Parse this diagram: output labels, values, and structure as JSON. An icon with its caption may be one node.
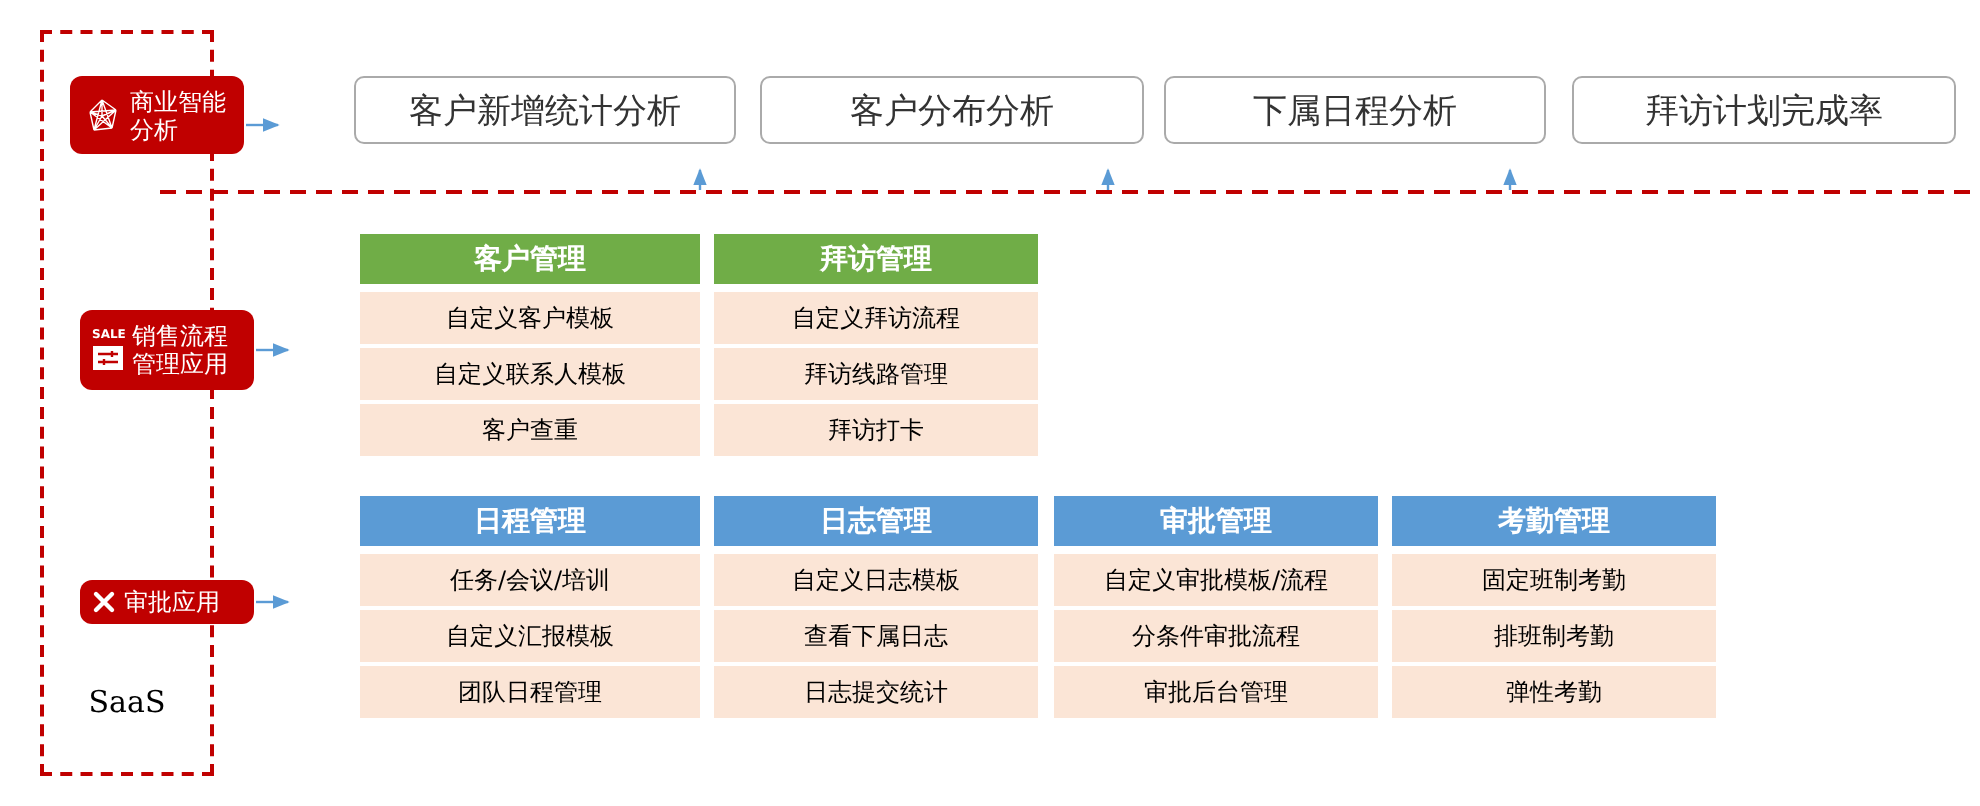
{
  "diagram": {
    "nodes": [
      {
        "text": [
          "SaaS"
        ]
      },
      {
        "text": [
          "商业智能分析"
        ]
      },
      {
        "text": [
          "客户新增统计分析"
        ]
      },
      {
        "text": [
          "客户分布分析"
        ]
      },
      {
        "text": [
          "下属日程分析"
        ]
      },
      {
        "text": [
          "拜访计划完成率"
        ]
      },
      {
        "text": [
          "销售流程管理应用"
        ]
      },
      {
        "text": [
          "客户管理"
        ]
      },
      {
        "text": [
          "自定义客户模板"
        ]
      },
      {
        "text": [
          "自定义联系人模板"
        ]
      },
      {
        "text": [
          "客户查重"
        ]
      },
      {
        "text": [
          "拜访管理"
        ]
      },
      {
        "text": [
          "自定义拜访流程"
        ]
      },
      {
        "text": [
          "拜访线路管理"
        ]
      },
      {
        "text": [
          "拜访打卡"
        ]
      },
      {
        "text": [
          "审批应用"
        ]
      },
      {
        "text": [
          "日程管理"
        ]
      },
      {
        "text": [
          "任务/会议/培训"
        ]
      },
      {
        "text": [
          "自定义汇报模板"
        ]
      },
      {
        "text": [
          "团队日程管理"
        ]
      },
      {
        "text": [
          "日志管理"
        ]
      },
      {
        "text": [
          "自定义日志模板"
        ]
      },
      {
        "text": [
          "查看下属日志"
        ]
      },
      {
        "text": [
          "日志提交统计"
        ]
      },
      {
        "text": [
          "审批管理"
        ]
      },
      {
        "text": [
          "自定义审批模板/流程"
        ]
      },
      {
        "text": [
          "分条件审批流程"
        ]
      },
      {
        "text": [
          "审批后台管理"
        ]
      },
      {
        "text": [
          "考勤管理"
        ]
      },
      {
        "text": [
          "固定班制考勤"
        ]
      },
      {
        "text": [
          "排班制考勤"
        ]
      },
      {
        "text": [
          "弹性考勤"
        ]
      }
    ],
    "edges": [
      {
        "from": 1,
        "to": null,
        "arrow": "to"
      },
      {
        "from": null,
        "to": 2,
        "arrow": "to"
      },
      {
        "from": null,
        "to": 3,
        "arrow": "to"
      },
      {
        "from": null,
        "to": 4,
        "arrow": "to"
      },
      {
        "from": 6,
        "to": null,
        "arrow": "to"
      },
      {
        "from": 15,
        "to": null,
        "arrow": "to"
      }
    ],
    "labels": [
      "SALE"
    ]
  }
}
